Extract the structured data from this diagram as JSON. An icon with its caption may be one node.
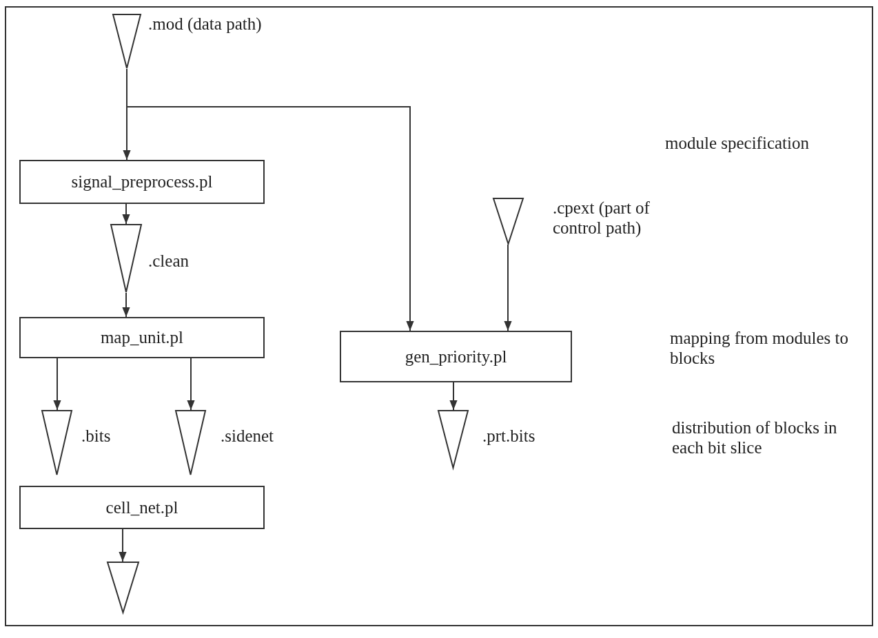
{
  "diagram": {
    "nodes": [
      {
        "text": [],
        "shape": "triangle",
        "beside": [
          ".mod (data path)"
        ]
      },
      {
        "text": [
          "signal_preprocess.pl"
        ]
      },
      {
        "text": [],
        "shape": "triangle",
        "beside": [
          ".clean"
        ]
      },
      {
        "text": [
          "map_unit.pl"
        ]
      },
      {
        "text": [],
        "shape": "triangle",
        "beside": [
          ".bits"
        ]
      },
      {
        "text": [],
        "shape": "triangle",
        "beside": [
          ".sidenet"
        ]
      },
      {
        "text": [
          "cell_net.pl"
        ]
      },
      {
        "text": [],
        "shape": "triangle"
      },
      {
        "text": [],
        "shape": "triangle",
        "beside": [
          ".cpext (part of control path)"
        ]
      },
      {
        "text": [
          "gen_priority.pl"
        ]
      },
      {
        "text": [],
        "shape": "triangle",
        "beside": [
          ".prt.bits"
        ]
      }
    ],
    "edges": [
      {
        "from": 0,
        "to": 1,
        "arrow": "to"
      },
      {
        "from": 0,
        "to": 9,
        "arrow": "to"
      },
      {
        "from": 1,
        "to": 2,
        "arrow": "to"
      },
      {
        "from": 2,
        "to": 3,
        "arrow": "to"
      },
      {
        "from": 3,
        "to": 4,
        "arrow": "to"
      },
      {
        "from": 3,
        "to": 5,
        "arrow": "to"
      },
      {
        "from": 6,
        "to": 7,
        "arrow": "to"
      },
      {
        "from": 8,
        "to": 9,
        "arrow": "to"
      },
      {
        "from": 9,
        "to": 10,
        "arrow": "to"
      }
    ],
    "labels": [
      "module specification",
      "mapping from modules to blocks",
      "distribution of blocks in each bit slice"
    ]
  }
}
